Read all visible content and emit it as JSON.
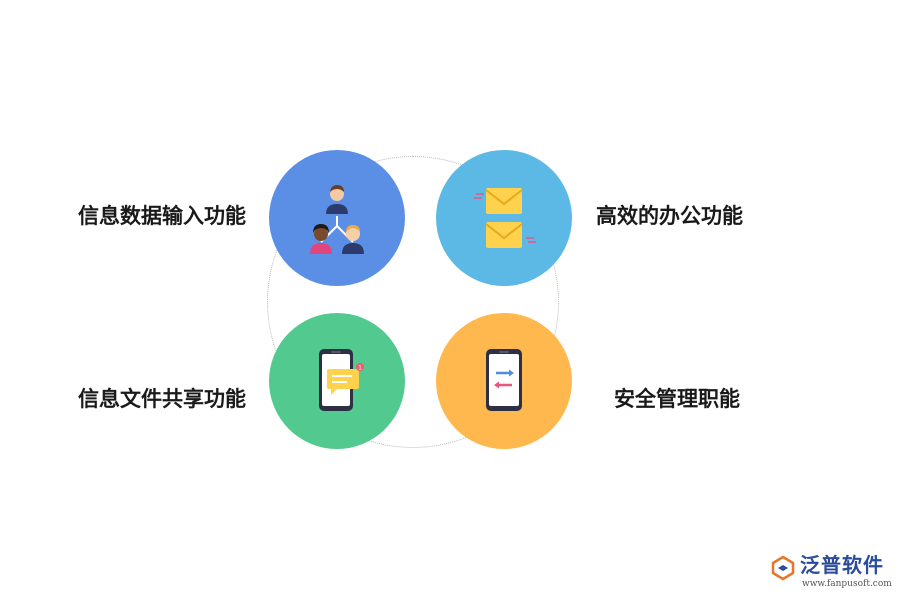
{
  "colors": {
    "circle_1": "#5b8fe6",
    "circle_2": "#5cb8e4",
    "circle_3": "#52c98f",
    "circle_4": "#ffb84d",
    "logo": "#2b4c9a"
  },
  "features": [
    {
      "label": "信息数据输入功能",
      "icon": "people-network-icon"
    },
    {
      "label": "高效的办公功能",
      "icon": "envelopes-icon"
    },
    {
      "label": "信息文件共享功能",
      "icon": "phone-message-icon"
    },
    {
      "label": "安全管理职能",
      "icon": "phone-transfer-icon"
    }
  ],
  "logo": {
    "name": "泛普软件",
    "url": "www.fanpusoft.com"
  }
}
